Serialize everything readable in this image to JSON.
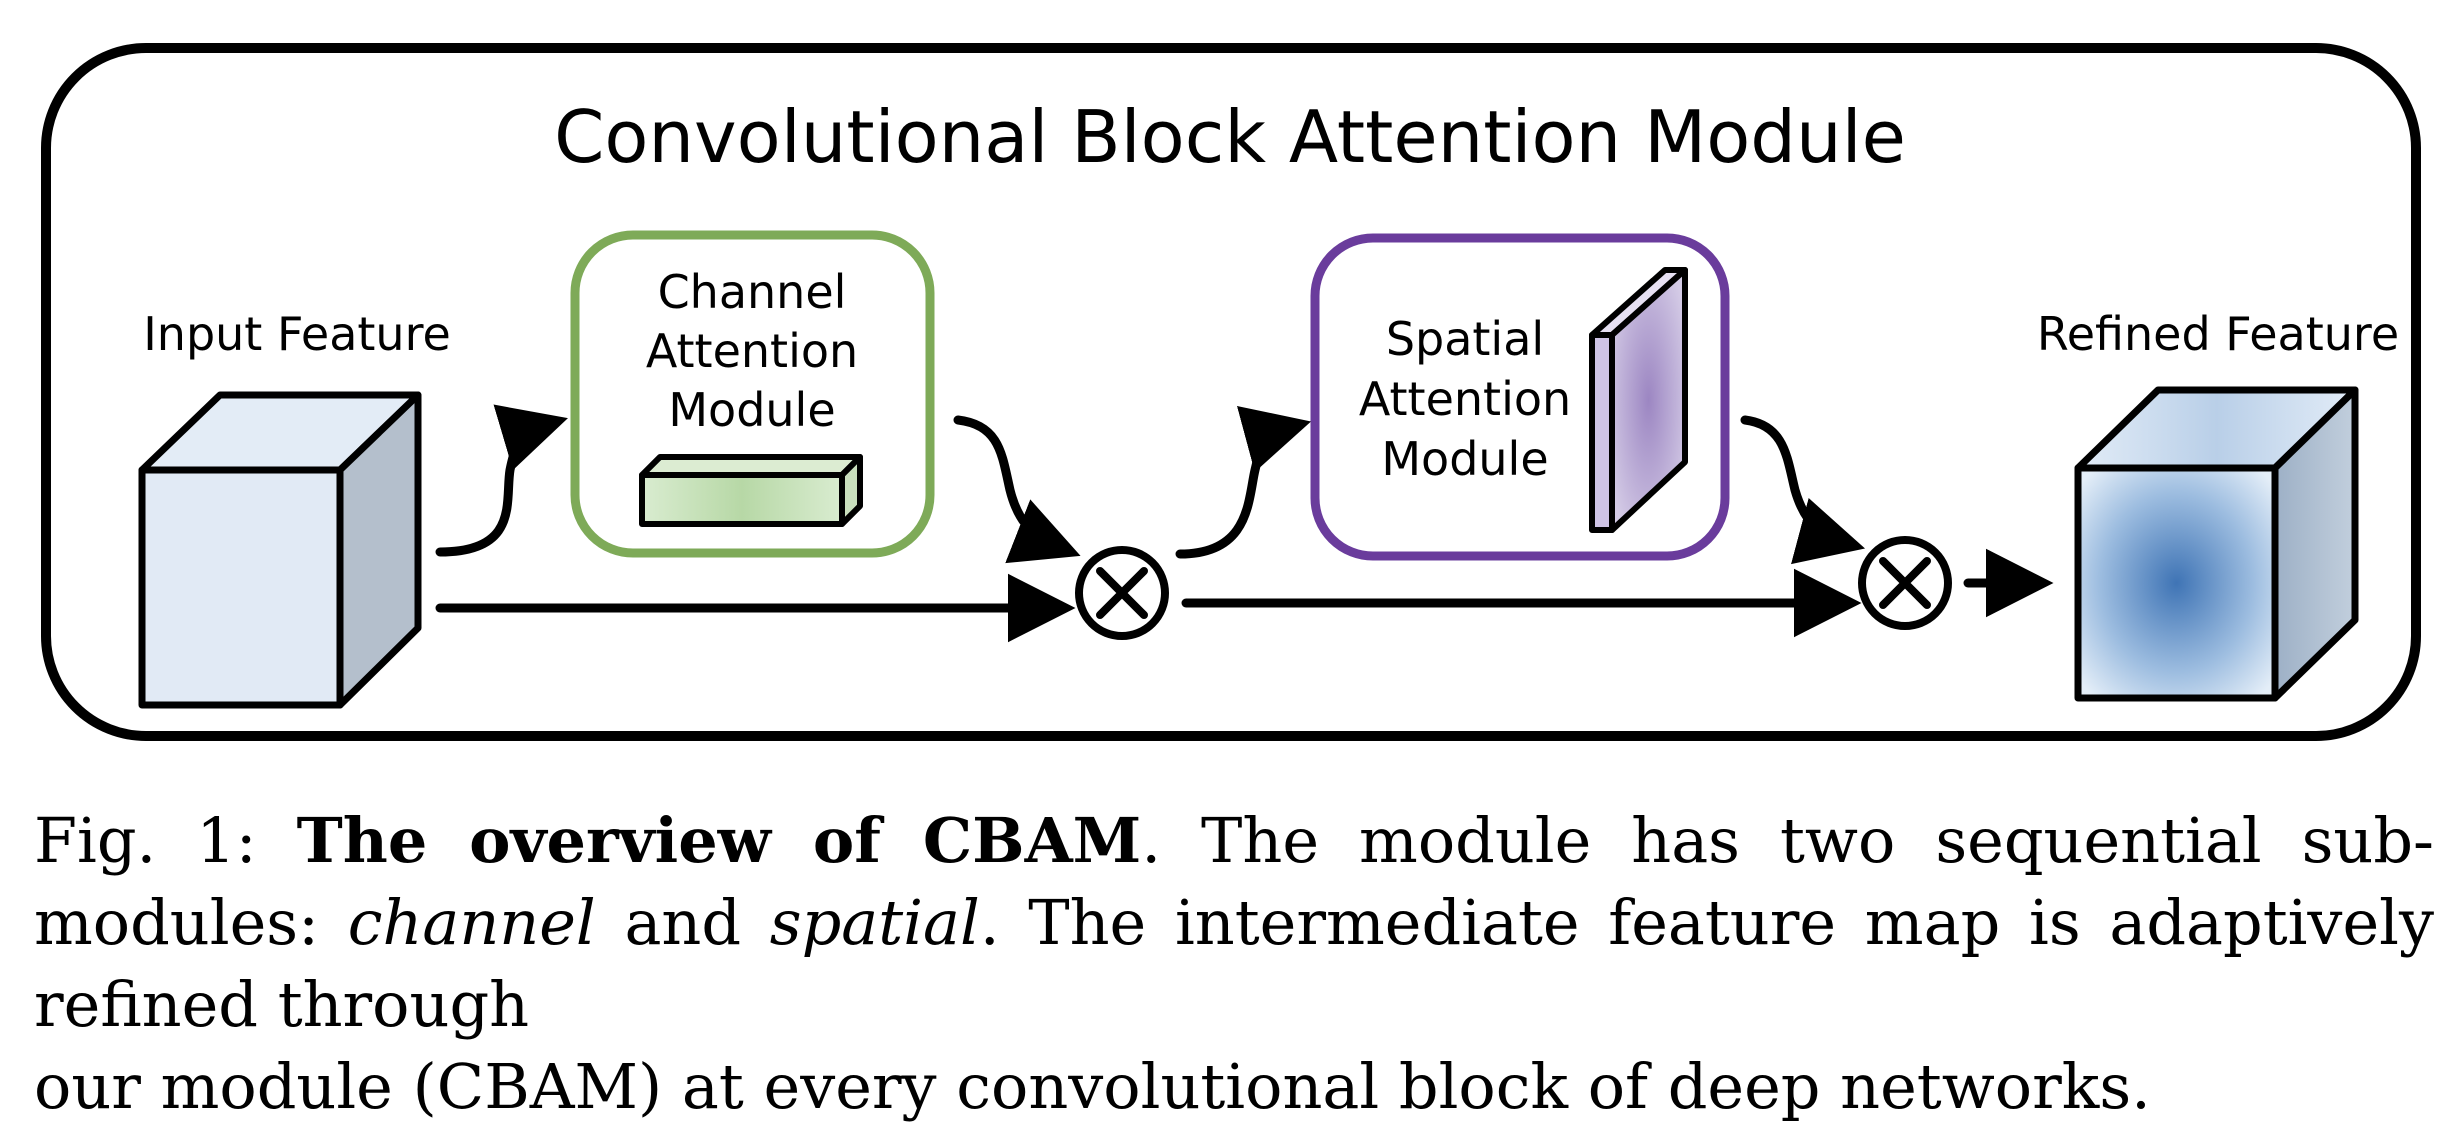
{
  "diagram": {
    "title": "Convolutional Block Attention Module",
    "input_label": "Input Feature",
    "channel_module": {
      "line1": "Channel",
      "line2": "Attention",
      "line3": "Module",
      "color": "#7eaa58"
    },
    "spatial_module": {
      "line1": "Spatial",
      "line2": "Attention",
      "line3": "Module",
      "color": "#6a3c9c"
    },
    "output_label": "Refined Feature",
    "multiply_symbol": "×"
  },
  "caption": {
    "fig_label": "Fig. 1:",
    "bold_title": "The overview of CBAM",
    "text1": ". The module has two sequential sub-modules:",
    "italic1": "channel",
    "text2": " and ",
    "italic2": "spatial",
    "text3": ". The intermediate feature map is adaptively refined through",
    "line3": "our module (CBAM) at every convolutional block of deep networks."
  }
}
